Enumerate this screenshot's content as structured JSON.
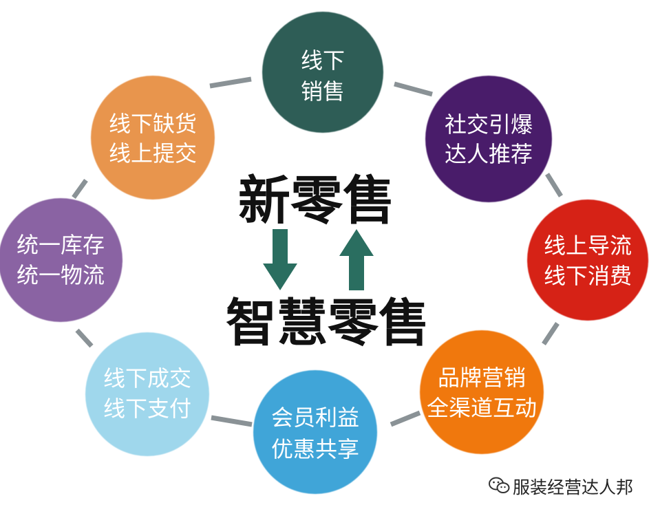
{
  "center": {
    "top": "新零售",
    "bottom": "智慧零售"
  },
  "nodes": [
    {
      "id": "offline-sales",
      "line1": "线下",
      "line2": "销售",
      "color": "#2f5d57"
    },
    {
      "id": "social",
      "line1": "社交引爆",
      "line2": "达人推荐",
      "color": "#4a1e6b"
    },
    {
      "id": "online-guide",
      "line1": "线上导流",
      "line2": "线下消费",
      "color": "#d62118"
    },
    {
      "id": "brand-marketing",
      "line1": "品牌营销",
      "line2": "全渠道互动",
      "color": "#f0780f"
    },
    {
      "id": "member-benefits",
      "line1": "会员利益",
      "line2": "优惠共享",
      "color": "#3fa5d8"
    },
    {
      "id": "offline-deal",
      "line1": "线下成交",
      "line2": "线下支付",
      "color": "#9fd7ec"
    },
    {
      "id": "unified",
      "line1": "统一库存",
      "line2": "统一物流",
      "color": "#8a64a3"
    },
    {
      "id": "out-of-stock",
      "line1": "线下缺货",
      "line2": "线上提交",
      "color": "#e8954e"
    }
  ],
  "arrows": {
    "down": "arrow-down-icon",
    "up": "arrow-up-icon",
    "color": "#2a6e60"
  },
  "watermark": {
    "icon": "wechat-icon",
    "text": "服装经营达人邦"
  }
}
